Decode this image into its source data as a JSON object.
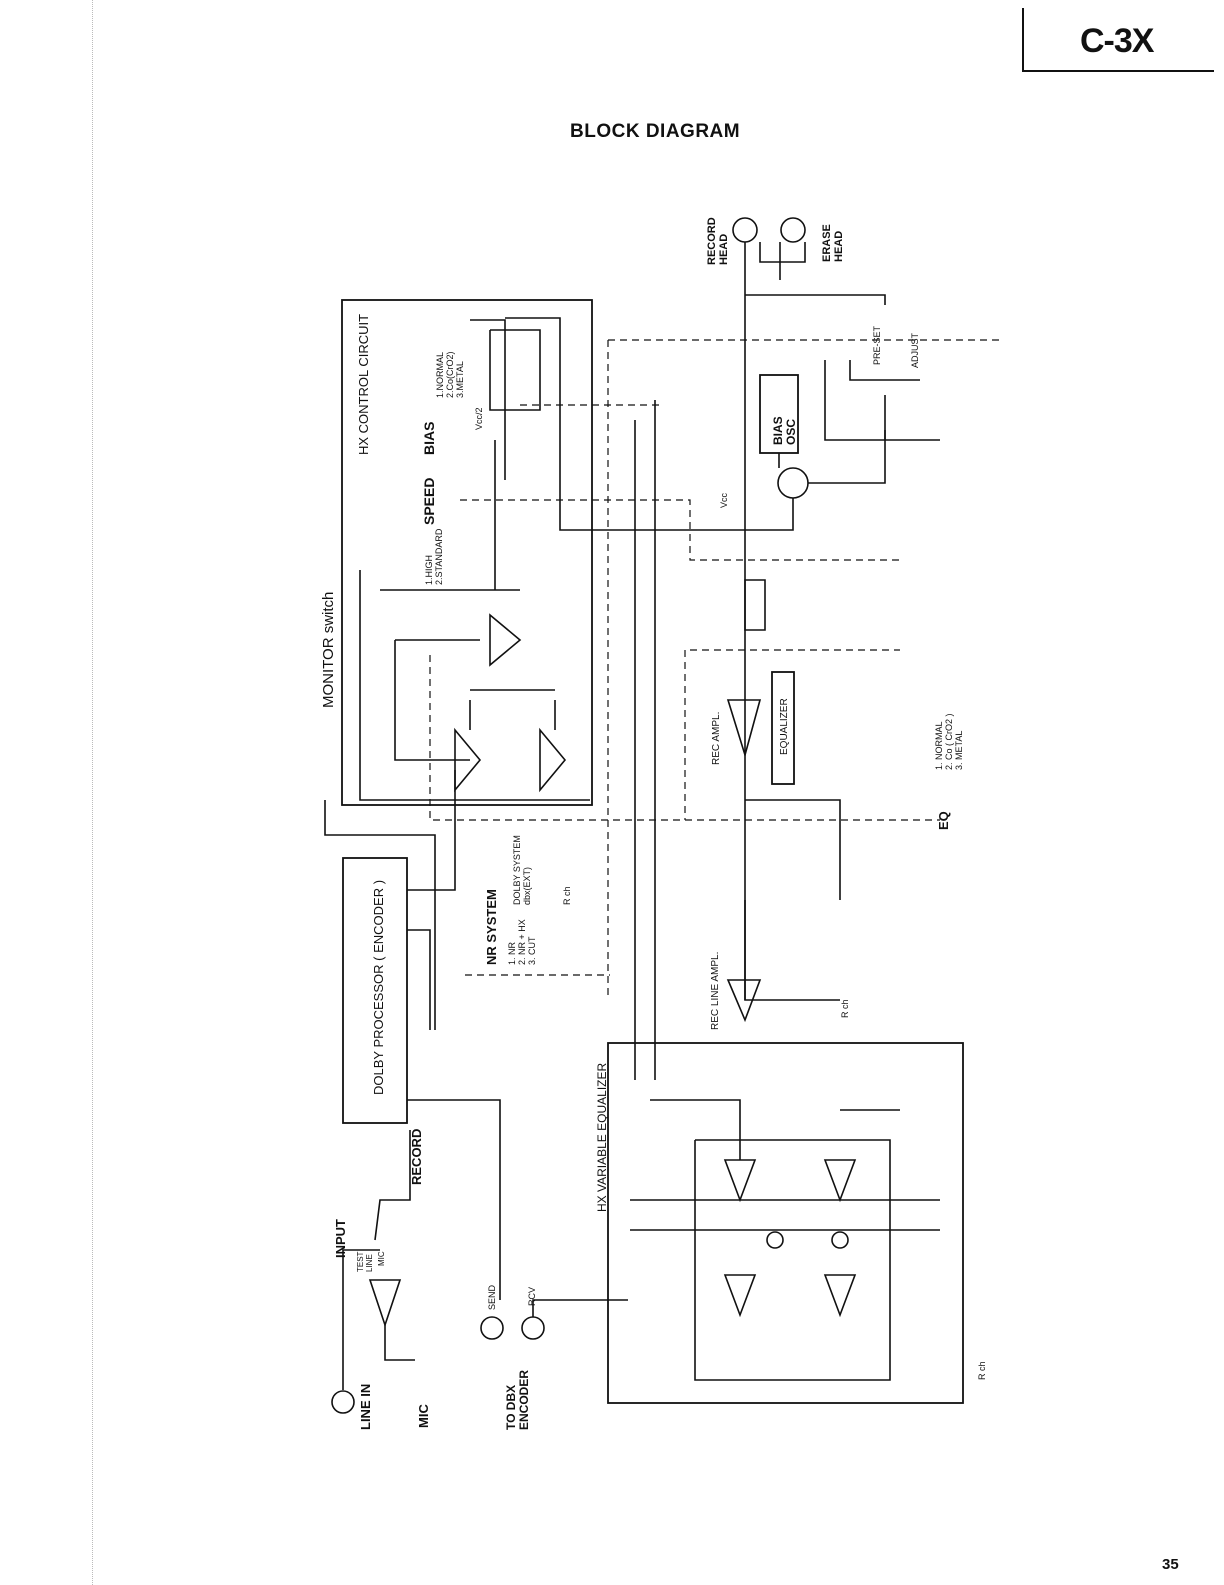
{
  "header": {
    "model": "C-3X",
    "title": "BLOCK DIAGRAM",
    "page_number": "35"
  },
  "labels": {
    "record_head": "RECORD\nHEAD",
    "erase_head": "ERASE\nHEAD",
    "bias_osc": "BIAS\nOSC",
    "pre_set": "PRE-SET",
    "adjust": "ADJUST",
    "vcc": "Vcc",
    "hx_control": "HX CONTROL CIRCUIT",
    "bias": "BIAS",
    "bias_opts": "1.NORMAL\n2.Co(CrO2)\n3.METAL",
    "vcc2": "Vcc/2",
    "speed": "SPEED",
    "speed_opts": "1.HIGH\n2.STANDARD",
    "monitor_switch": "MONITOR switch",
    "rec_ampl": "REC AMPL.",
    "equalizer": "EQUALIZER",
    "eq": "EQ",
    "eq_opts": "1. NORMAL\n2. Co ( CrO2 )\n3. METAL",
    "dolby_processor": "DOLBY PROCESSOR   ( ENCODER )",
    "nr_system": "NR SYSTEM",
    "nr_opts": "1. NR\n2. NR + HX\n3. CUT",
    "dolby_system": "DOLBY SYSTEM\ndbx(EXT)",
    "rch": "R ch",
    "rec_line_ampl": "REC LINE AMPL.",
    "hx_var_eq": "HX VARIABLE EQUALIZER",
    "record": "RECORD",
    "input": "INPUT",
    "test": "TEST",
    "line": "LINE",
    "mic_sel": "MIC",
    "line_in": "LINE IN",
    "mic": "MIC",
    "send": "SEND",
    "rcv": "RCV",
    "to_dbx": "TO DBX\nENCODER"
  }
}
